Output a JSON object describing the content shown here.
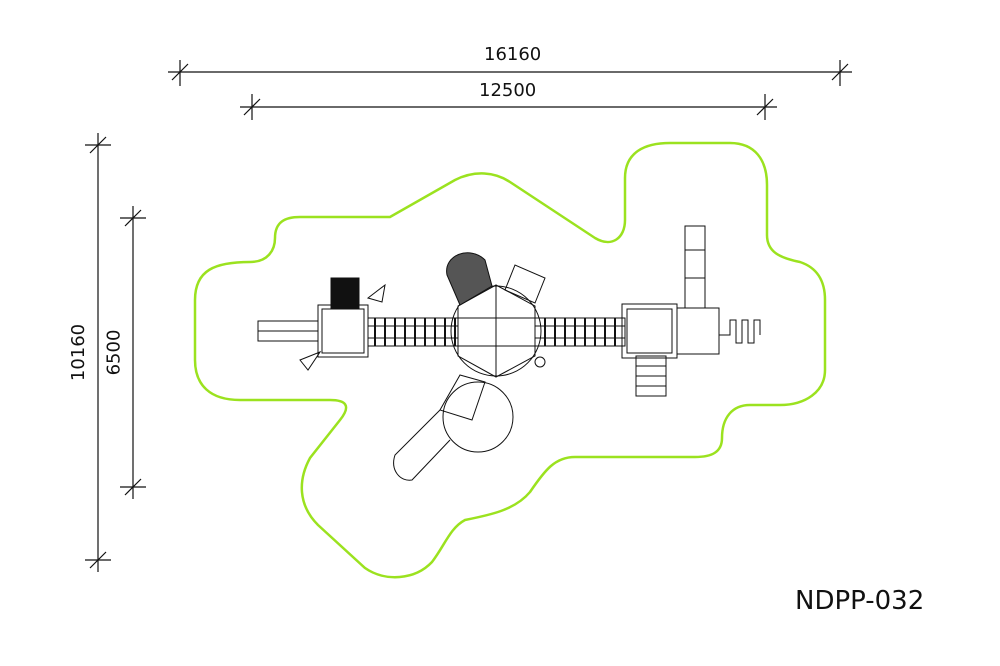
{
  "dimensions": {
    "overall_width": "16160",
    "equipment_width": "12500",
    "overall_depth": "10160",
    "equipment_depth": "6500"
  },
  "model_code": "NDPP-032",
  "colors": {
    "safety_zone": "#9be21f",
    "lines": "#111111"
  }
}
